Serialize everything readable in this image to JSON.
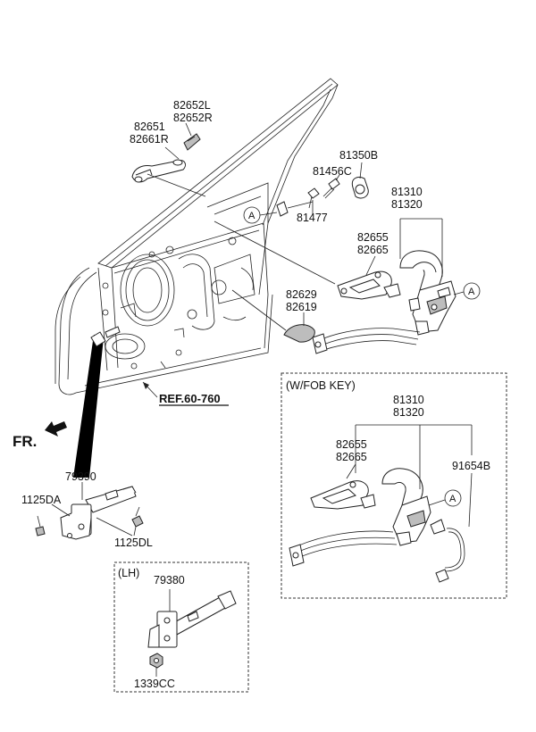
{
  "labels": {
    "p82652L": "82652L",
    "p82652R": "82652R",
    "p82651": "82651",
    "p82661R": "82661R",
    "p81350B": "81350B",
    "p81456C": "81456C",
    "p81477": "81477",
    "p81310": "81310",
    "p81320": "81320",
    "p82655": "82655",
    "p82665": "82665",
    "p82629": "82629",
    "p82619": "82619",
    "ref": "REF.60-760",
    "fr": "FR.",
    "p79390": "79390",
    "p1125DA": "1125DA",
    "p1125DL": "1125DL",
    "fob_title": "(W/FOB KEY)",
    "fob_81310": "81310",
    "fob_81320": "81320",
    "fob_82655": "82655",
    "fob_82665": "82665",
    "fob_91654B": "91654B",
    "lh_title": "(LH)",
    "p79380": "79380",
    "p1339CC": "1339CC",
    "circle_a": "A"
  }
}
